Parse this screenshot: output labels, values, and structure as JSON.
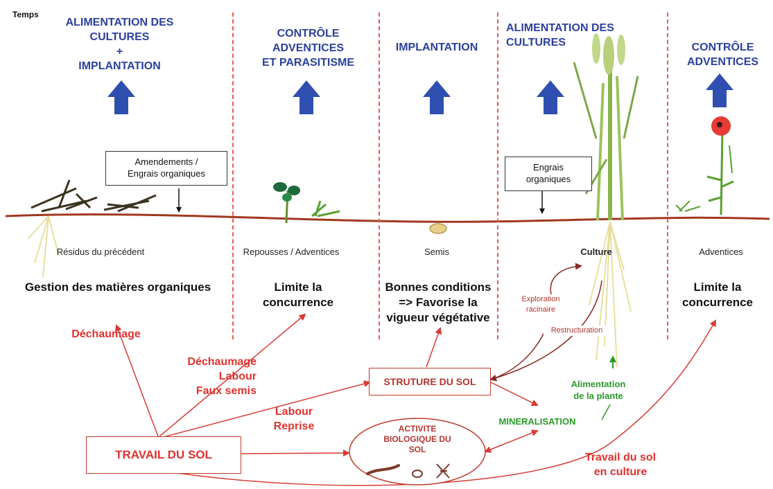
{
  "temps_label": "Temps",
  "headers": {
    "h1_line1": "ALIMENTATION DES",
    "h1_line2": "CULTURES",
    "h1_plus": "+",
    "h1_line3": "IMPLANTATION",
    "h2_line1": "CONTRÔLE",
    "h2_line2": "ADVENTICES",
    "h2_line3": "ET PARASITISME",
    "h3": "IMPLANTATION",
    "h4_line1": "ALIMENTATION DES",
    "h4_line2": "CULTURES",
    "h5_line1": "CONTRÔLE",
    "h5_line2": "ADVENTICES"
  },
  "callouts": {
    "amendements_line1": "Amendements /",
    "amendements_line2": "Engrais organiques",
    "engrais_line1": "Engrais",
    "engrais_line2": "organiques"
  },
  "stages": {
    "s1": "Résidus du précédent",
    "s2": "Repousses / Adventices",
    "s3": "Semis",
    "s4": "Culture",
    "s5": "Adventices"
  },
  "objectives": {
    "o1": "Gestion des matières organiques",
    "o2_line1": "Limite  la",
    "o2_line2": "concurrence",
    "o3_line1": "Bonnes conditions",
    "o3_line2": "=> Favorise  la",
    "o3_line3": "vigueur végétative",
    "o5_line1": "Limite  la",
    "o5_line2": "concurrence"
  },
  "actions": {
    "dechaumage": "Déchaumage",
    "group_line1": "Déchaumage",
    "group_line2": "Labour",
    "group_line3": "Faux semis",
    "labour": "Labour",
    "reprise": "Reprise",
    "exploration_line1": "Exploration",
    "exploration_line2": "racinaire",
    "restructuration": "Restructuration",
    "travail_culture_line1": "Travail du sol",
    "travail_culture_line2": "en culture"
  },
  "boxes": {
    "travail_du_sol": "TRAVAIL DU SOL",
    "structure_du_sol": "STRUTURE DU SOL",
    "activite_line1": "ACTIVITE",
    "activite_line2": "BIOLOGIQUE DU",
    "activite_line3": "SOL"
  },
  "green": {
    "alimentation_line1": "Alimentation",
    "alimentation_line2": "de la plante",
    "mineralisation": "MINERALISATION"
  },
  "colors": {
    "header_blue": "#2b3f9e",
    "arrow_blue": "#2f4fb0",
    "action_red": "#e0322e",
    "separator_red": "#e85a5a",
    "soil_line": "#a0381e",
    "green": "#2a9a2a"
  }
}
